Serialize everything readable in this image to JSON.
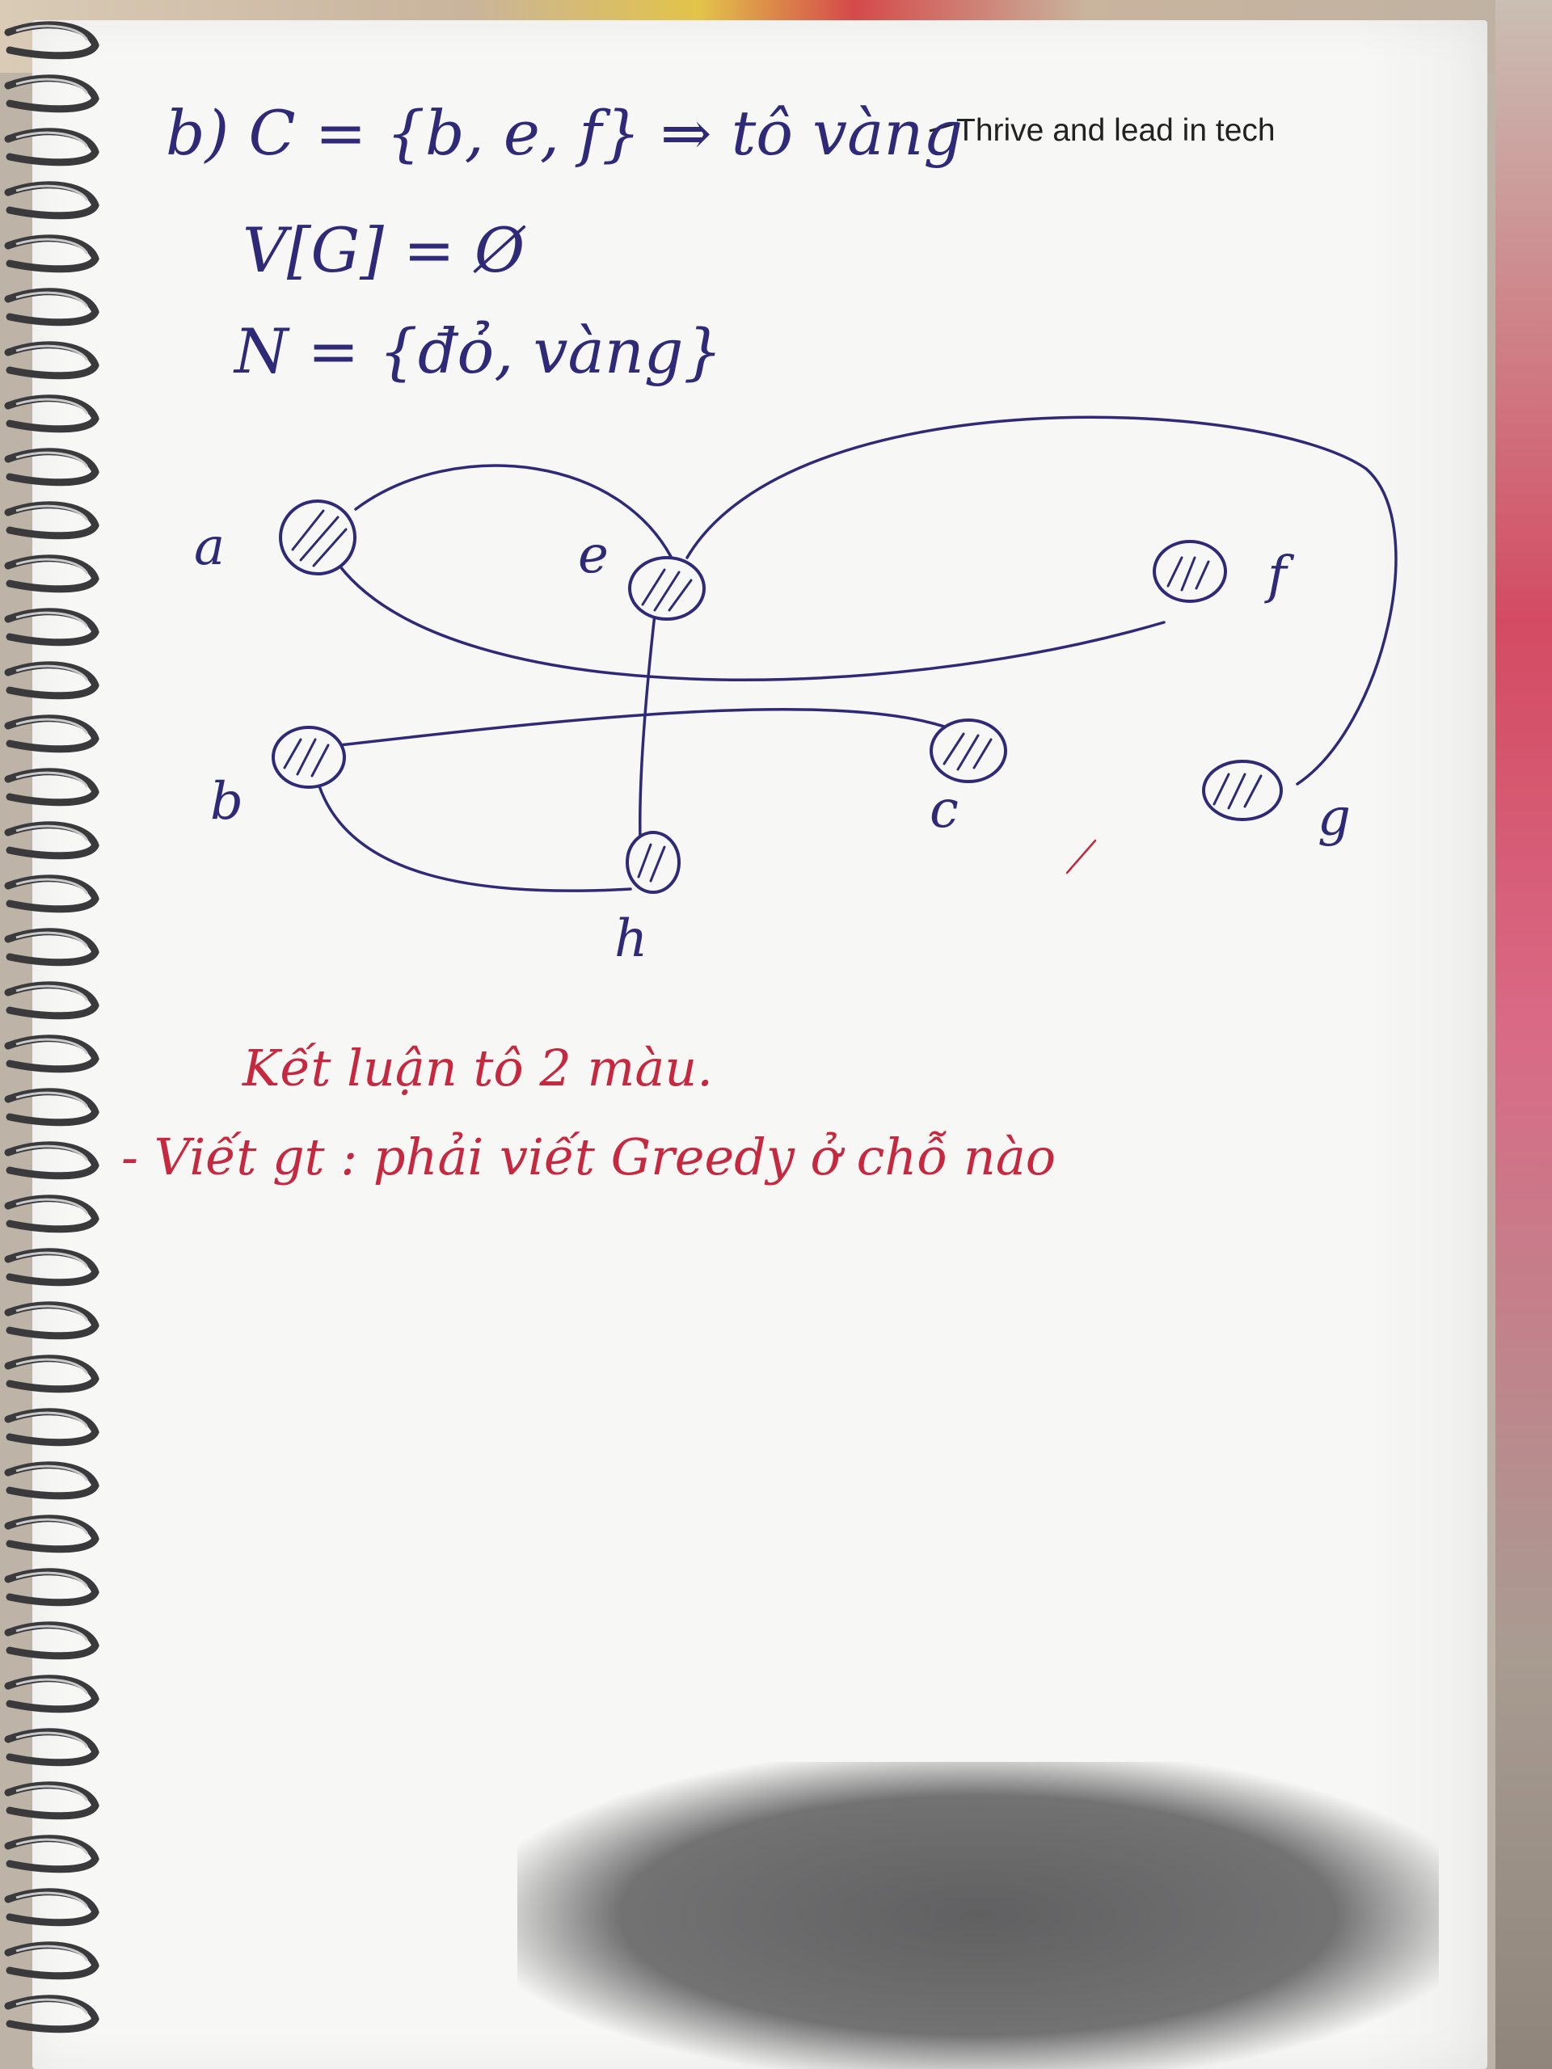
{
  "watermark": "Thrive and lead in tech",
  "notes": {
    "line1": "b) C = {b, e, f} ⇒ tô vàng",
    "line2": "V[G] = Ø",
    "line3": "N = {đỏ, vàng}"
  },
  "graph": {
    "nodes": [
      {
        "id": "a",
        "label": "a"
      },
      {
        "id": "e",
        "label": "e"
      },
      {
        "id": "f",
        "label": "f"
      },
      {
        "id": "b",
        "label": "b"
      },
      {
        "id": "c",
        "label": "c"
      },
      {
        "id": "g",
        "label": "g"
      },
      {
        "id": "h",
        "label": "h"
      }
    ],
    "edges": [
      [
        "a",
        "e"
      ],
      [
        "a",
        "f"
      ],
      [
        "e",
        "g"
      ],
      [
        "e",
        "h"
      ],
      [
        "b",
        "c"
      ],
      [
        "b",
        "h"
      ]
    ]
  },
  "comments": {
    "conclusion": "Kết luận tô 2 màu.",
    "remark": "- Viết gt : phải viết Greedy ở chỗ nào"
  },
  "colors": {
    "blue_ink": "#2e2a78",
    "red_ink": "#c6283f",
    "paper": "#f7f7f5"
  }
}
